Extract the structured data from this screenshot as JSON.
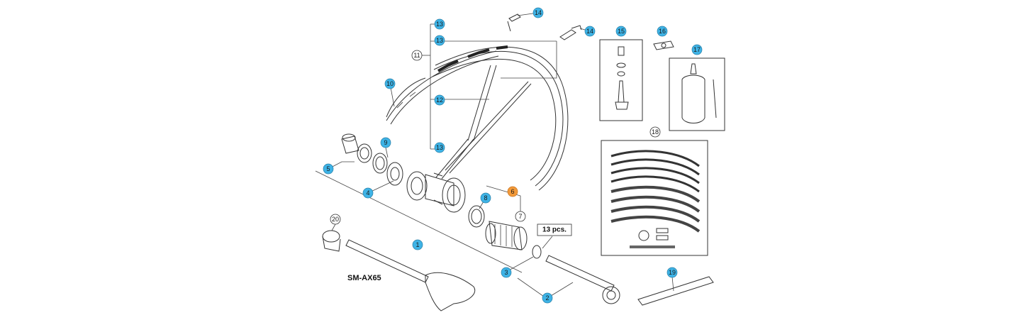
{
  "model_label": "SM-AX65",
  "qty_note": "13 pcs.",
  "colors": {
    "part_ref": "#3eb3e6",
    "part_ref_alt": "#f39a3a",
    "plain_ref": "#ffffff"
  },
  "callouts": {
    "c1": "1",
    "c2": "2",
    "c3": "3",
    "c4": "4",
    "c5": "5",
    "c6": "6",
    "c7": "7",
    "c8": "8",
    "c9": "9",
    "c10": "10",
    "c11": "11",
    "c12": "12",
    "c13a": "13",
    "c13b": "13",
    "c13c": "13",
    "c14a": "14",
    "c14b": "14",
    "c15": "15",
    "c16": "16",
    "c17": "17",
    "c18": "18",
    "c19": "19",
    "c20": "20"
  }
}
